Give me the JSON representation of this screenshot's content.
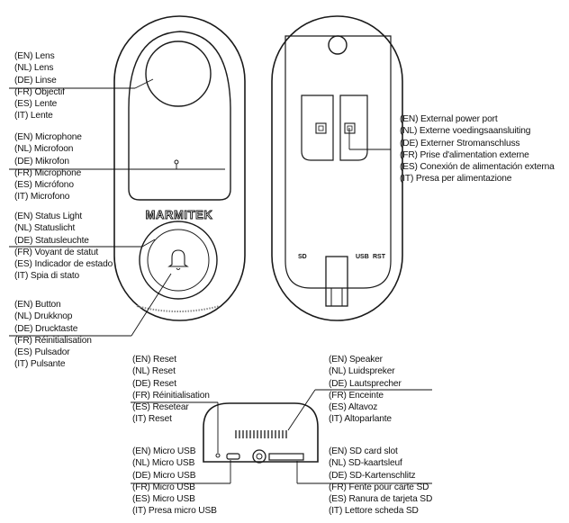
{
  "brand": "MARMITEK",
  "front_labels": {
    "lens": [
      "(EN) Lens",
      "(NL) Lens",
      "(DE) Linse",
      "(FR) Objectif",
      "(ES) Lente",
      "(IT) Lente"
    ],
    "microphone": [
      "(EN) Microphone",
      "(NL) Microfoon",
      "(DE) Mikrofon",
      "(FR) Microphone",
      "(ES) Micrófono",
      "(IT) Microfono"
    ],
    "status_light": [
      "(EN) Status Light",
      "(NL) Statuslicht",
      "(DE) Statusleuchte",
      "(FR) Voyant de statut",
      "(ES) Indicador de estado",
      "(IT) Spia di stato"
    ],
    "button": [
      "(EN) Button",
      "(NL) Drukknop",
      "(DE) Drucktaste",
      "(FR) Réinitialisation",
      "(ES) Pulsador",
      "(IT) Pulsante"
    ]
  },
  "back_labels": {
    "power_port": [
      "(EN) External power port",
      "(NL) Externe voedingsaansluiting",
      "(DE) Externer Stromanschluss",
      "(FR) Prise d'alimentation externe",
      "(ES) Conexión de alimentación externa",
      "(IT) Presa per alimentazione"
    ],
    "back_markings": {
      "sd": "SD",
      "usb": "USB",
      "rst": "RST"
    }
  },
  "bottom_labels": {
    "reset": [
      "(EN) Reset",
      "(NL) Reset",
      "(DE) Reset",
      "(FR) Réinitialisation",
      "(ES) Resetear",
      "(IT) Reset"
    ],
    "micro_usb": [
      "(EN) Micro USB",
      "(NL) Micro USB",
      "(DE) Micro USB",
      "(FR) Micro USB",
      "(ES) Micro USB",
      "(IT) Presa micro USB"
    ],
    "speaker": [
      "(EN) Speaker",
      "(NL) Luidspreker",
      "(DE) Lautsprecher",
      "(FR) Enceinte",
      "(ES) Altavoz",
      "(IT) Altoparlante"
    ],
    "sd_slot": [
      "(EN) SD card slot",
      "(NL) SD-kaartsleuf",
      "(DE) SD-Kartenschlitz",
      "(FR) Fente pour carte SD",
      "(ES) Ranura de tarjeta SD",
      "(IT) Lettore scheda SD"
    ]
  }
}
